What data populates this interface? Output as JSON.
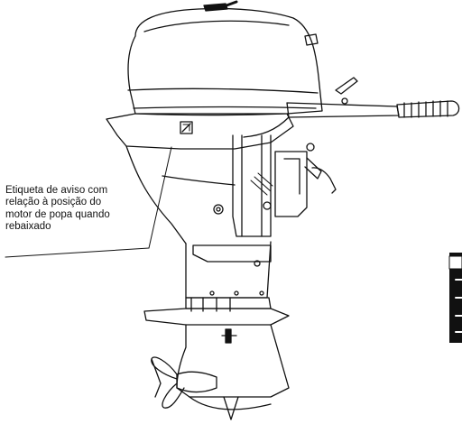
{
  "callout": {
    "lines": [
      "Etiqueta de aviso com",
      "relação à posição do",
      "motor de popa quando",
      "rebaixado"
    ]
  },
  "colors": {
    "line": "#111111",
    "background": "#ffffff",
    "tab": "#111111"
  }
}
